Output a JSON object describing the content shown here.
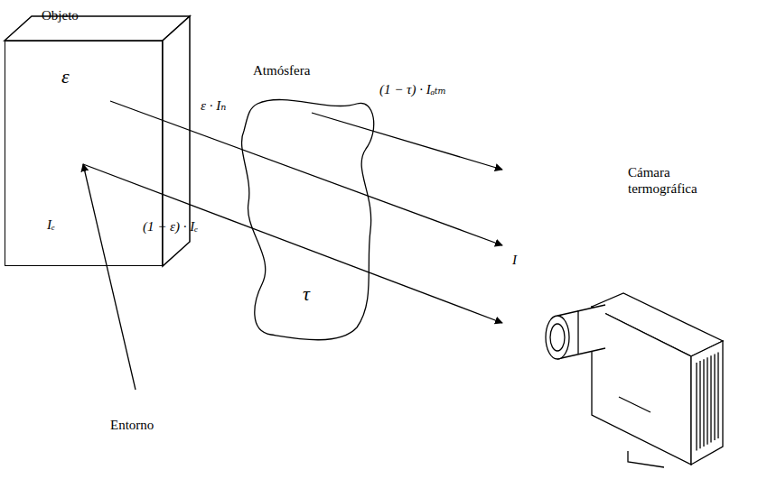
{
  "diagram": {
    "nodes": [
      {
        "text": [
          "Objeto",
          "ε"
        ]
      },
      {
        "text": [
          "Atmósfera",
          "τ"
        ]
      },
      {
        "text": [
          "Cámara termográfica"
        ]
      }
    ],
    "labels": [
      "Entorno",
      "ε · Iₙ",
      "(1 − ε) · Iₑ",
      "Iₑ",
      "(1 − τ) · Iₐₜₘ",
      "I"
    ]
  }
}
